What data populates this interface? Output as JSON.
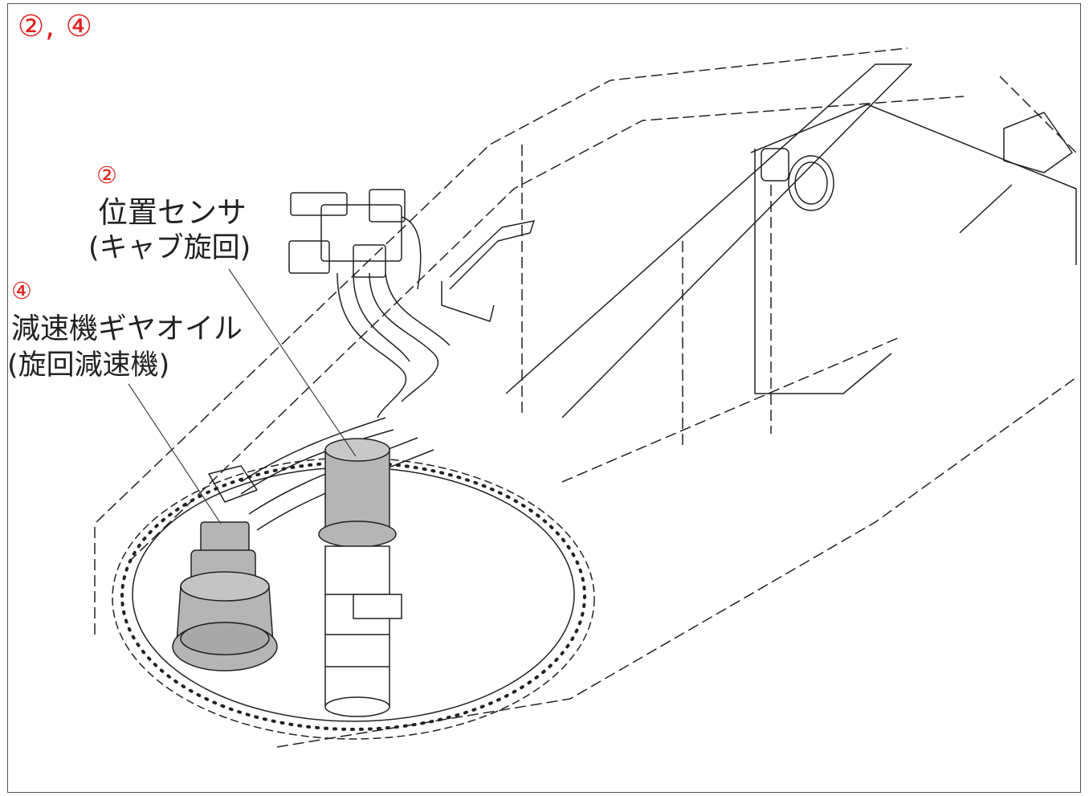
{
  "title": "②, ④",
  "callouts": {
    "sensor": {
      "number": "②",
      "line1": "位置センサ",
      "line2": "(キャブ旋回)"
    },
    "gear_oil": {
      "number": "④",
      "line1": "減速機ギヤオイル",
      "line2": "(旋回減速機)"
    }
  },
  "colors": {
    "callout_number": "#e02020",
    "text": "#222222",
    "line": "#222222",
    "component_fill": "#b5b5b5"
  }
}
